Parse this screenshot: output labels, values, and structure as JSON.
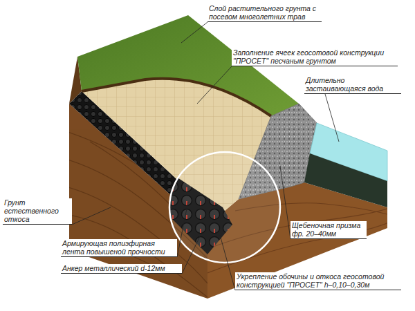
{
  "diagram": {
    "labels": [
      "Слой растительного грунта с посевом многолетних трав",
      "Заполнение ячеек геосотовой конструкции \"ПРОСЕТ\" песчаным грунтом",
      "Длительно застаивающаяся вода",
      "Грунт естественного откоса",
      "Щебеночная призма фр. 20–40мм",
      "Армирующая полиэфирная лента повышеной прочности",
      "Анкер металлический d-12мм",
      "Укрепление обочины и откоса геосотовой конструкцией \"ПРОСЕТ\" h–0,10–0,30м"
    ]
  }
}
